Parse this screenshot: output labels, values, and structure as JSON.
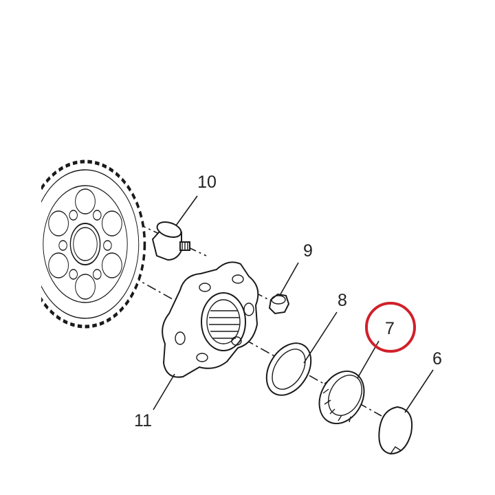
{
  "diagram": {
    "callouts": {
      "p6": "6",
      "p7": "7",
      "p8": "8",
      "p9": "9",
      "p10": "10",
      "p11": "11"
    },
    "highlight_color": "#d0202a"
  }
}
